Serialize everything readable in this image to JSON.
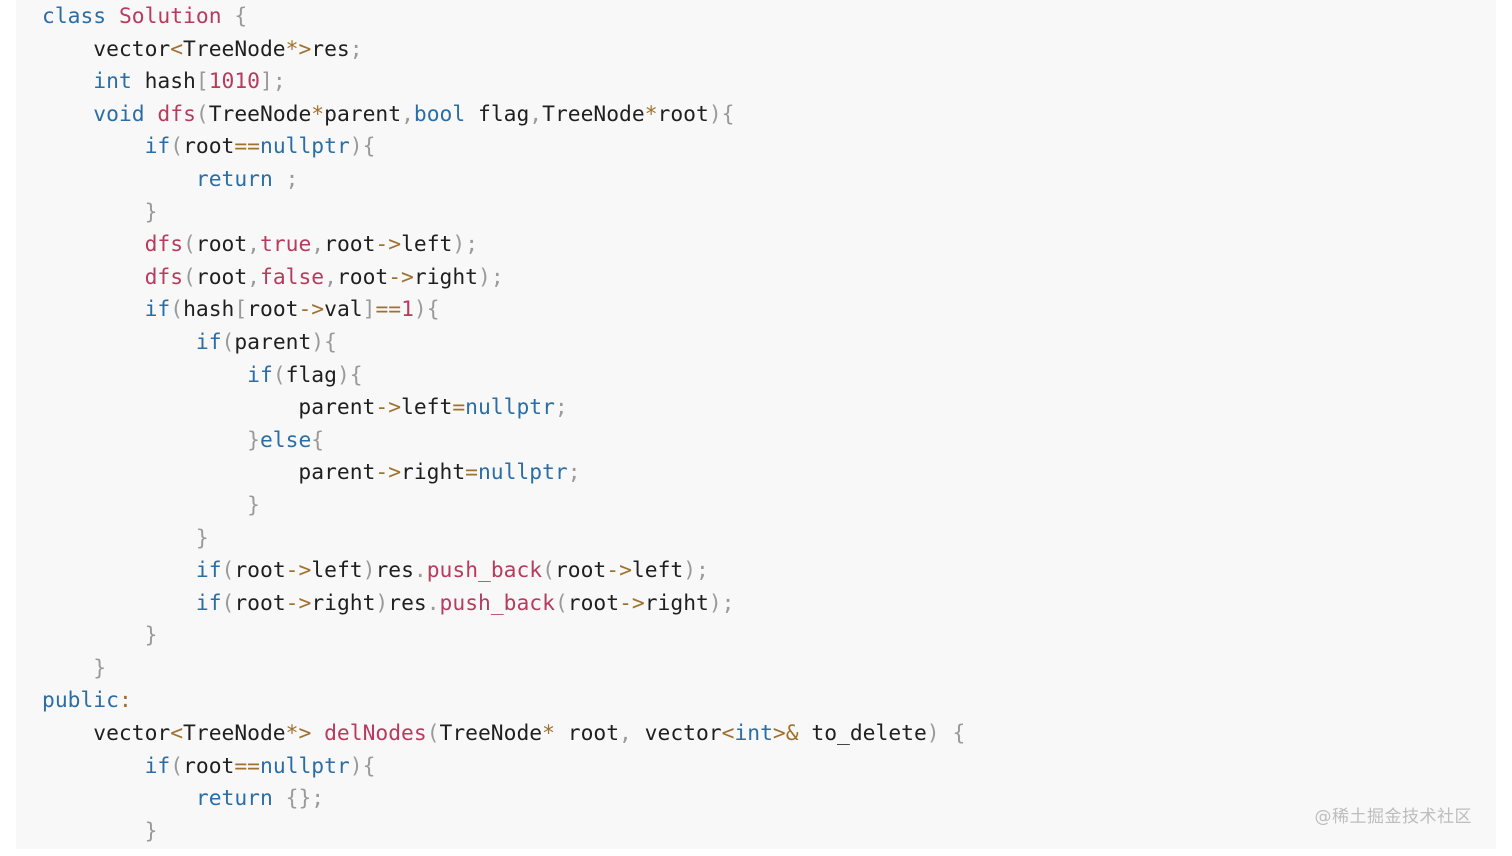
{
  "colors": {
    "background": "#f8f8f8",
    "keyword": "#2b6ea6",
    "function": "#b83b5e",
    "operator": "#a0702d",
    "punctuation": "#9a9a9a",
    "identifier": "#1f1f1f"
  },
  "watermark": "@稀土掘金技术社区",
  "code_lines": [
    [
      [
        "kw",
        "class"
      ],
      [
        "id",
        " "
      ],
      [
        "fn",
        "Solution"
      ],
      [
        "id",
        " "
      ],
      [
        "pn",
        "{"
      ]
    ],
    [
      [
        "id",
        "    vector"
      ],
      [
        "op",
        "<"
      ],
      [
        "id",
        "TreeNode"
      ],
      [
        "op",
        "*>"
      ],
      [
        "id",
        "res"
      ],
      [
        "pn",
        ";"
      ]
    ],
    [
      [
        "id",
        "    "
      ],
      [
        "kw",
        "int"
      ],
      [
        "id",
        " hash"
      ],
      [
        "pn",
        "["
      ],
      [
        "fn",
        "1010"
      ],
      [
        "pn",
        "];"
      ]
    ],
    [
      [
        "id",
        "    "
      ],
      [
        "kw",
        "void"
      ],
      [
        "id",
        " "
      ],
      [
        "fn",
        "dfs"
      ],
      [
        "pn",
        "("
      ],
      [
        "id",
        "TreeNode"
      ],
      [
        "op",
        "*"
      ],
      [
        "id",
        "parent"
      ],
      [
        "pn",
        ","
      ],
      [
        "kw",
        "bool"
      ],
      [
        "id",
        " flag"
      ],
      [
        "pn",
        ","
      ],
      [
        "id",
        "TreeNode"
      ],
      [
        "op",
        "*"
      ],
      [
        "id",
        "root"
      ],
      [
        "pn",
        "){"
      ]
    ],
    [
      [
        "id",
        "        "
      ],
      [
        "kw",
        "if"
      ],
      [
        "pn",
        "("
      ],
      [
        "id",
        "root"
      ],
      [
        "op",
        "=="
      ],
      [
        "kw",
        "nullptr"
      ],
      [
        "pn",
        "){"
      ]
    ],
    [
      [
        "id",
        "            "
      ],
      [
        "kw",
        "return"
      ],
      [
        "id",
        " "
      ],
      [
        "pn",
        ";"
      ]
    ],
    [
      [
        "id",
        "        "
      ],
      [
        "pn",
        "}"
      ]
    ],
    [
      [
        "id",
        "        "
      ],
      [
        "fn",
        "dfs"
      ],
      [
        "pn",
        "("
      ],
      [
        "id",
        "root"
      ],
      [
        "pn",
        ","
      ],
      [
        "fn",
        "true"
      ],
      [
        "pn",
        ","
      ],
      [
        "id",
        "root"
      ],
      [
        "op",
        "->"
      ],
      [
        "id",
        "left"
      ],
      [
        "pn",
        ");"
      ]
    ],
    [
      [
        "id",
        "        "
      ],
      [
        "fn",
        "dfs"
      ],
      [
        "pn",
        "("
      ],
      [
        "id",
        "root"
      ],
      [
        "pn",
        ","
      ],
      [
        "fn",
        "false"
      ],
      [
        "pn",
        ","
      ],
      [
        "id",
        "root"
      ],
      [
        "op",
        "->"
      ],
      [
        "id",
        "right"
      ],
      [
        "pn",
        ");"
      ]
    ],
    [
      [
        "id",
        "        "
      ],
      [
        "kw",
        "if"
      ],
      [
        "pn",
        "("
      ],
      [
        "id",
        "hash"
      ],
      [
        "pn",
        "["
      ],
      [
        "id",
        "root"
      ],
      [
        "op",
        "->"
      ],
      [
        "id",
        "val"
      ],
      [
        "pn",
        "]"
      ],
      [
        "op",
        "=="
      ],
      [
        "fn",
        "1"
      ],
      [
        "pn",
        "){"
      ]
    ],
    [
      [
        "id",
        "            "
      ],
      [
        "kw",
        "if"
      ],
      [
        "pn",
        "("
      ],
      [
        "id",
        "parent"
      ],
      [
        "pn",
        "){"
      ]
    ],
    [
      [
        "id",
        "                "
      ],
      [
        "kw",
        "if"
      ],
      [
        "pn",
        "("
      ],
      [
        "id",
        "flag"
      ],
      [
        "pn",
        "){"
      ]
    ],
    [
      [
        "id",
        "                    parent"
      ],
      [
        "op",
        "->"
      ],
      [
        "id",
        "left"
      ],
      [
        "op",
        "="
      ],
      [
        "kw",
        "nullptr"
      ],
      [
        "pn",
        ";"
      ]
    ],
    [
      [
        "id",
        "                "
      ],
      [
        "pn",
        "}"
      ],
      [
        "kw",
        "else"
      ],
      [
        "pn",
        "{"
      ]
    ],
    [
      [
        "id",
        "                    parent"
      ],
      [
        "op",
        "->"
      ],
      [
        "id",
        "right"
      ],
      [
        "op",
        "="
      ],
      [
        "kw",
        "nullptr"
      ],
      [
        "pn",
        ";"
      ]
    ],
    [
      [
        "id",
        "                "
      ],
      [
        "pn",
        "}"
      ]
    ],
    [
      [
        "id",
        "            "
      ],
      [
        "pn",
        "}"
      ]
    ],
    [
      [
        "id",
        "            "
      ],
      [
        "kw",
        "if"
      ],
      [
        "pn",
        "("
      ],
      [
        "id",
        "root"
      ],
      [
        "op",
        "->"
      ],
      [
        "id",
        "left"
      ],
      [
        "pn",
        ")"
      ],
      [
        "id",
        "res"
      ],
      [
        "pn",
        "."
      ],
      [
        "fn",
        "push_back"
      ],
      [
        "pn",
        "("
      ],
      [
        "id",
        "root"
      ],
      [
        "op",
        "->"
      ],
      [
        "id",
        "left"
      ],
      [
        "pn",
        ");"
      ]
    ],
    [
      [
        "id",
        "            "
      ],
      [
        "kw",
        "if"
      ],
      [
        "pn",
        "("
      ],
      [
        "id",
        "root"
      ],
      [
        "op",
        "->"
      ],
      [
        "id",
        "right"
      ],
      [
        "pn",
        ")"
      ],
      [
        "id",
        "res"
      ],
      [
        "pn",
        "."
      ],
      [
        "fn",
        "push_back"
      ],
      [
        "pn",
        "("
      ],
      [
        "id",
        "root"
      ],
      [
        "op",
        "->"
      ],
      [
        "id",
        "right"
      ],
      [
        "pn",
        ");"
      ]
    ],
    [
      [
        "id",
        "        "
      ],
      [
        "pn",
        "}"
      ]
    ],
    [
      [
        "id",
        "    "
      ],
      [
        "pn",
        "}"
      ]
    ],
    [
      [
        "kw",
        "public"
      ],
      [
        "op",
        ":"
      ]
    ],
    [
      [
        "id",
        "    vector"
      ],
      [
        "op",
        "<"
      ],
      [
        "id",
        "TreeNode"
      ],
      [
        "op",
        "*>"
      ],
      [
        "id",
        " "
      ],
      [
        "fn",
        "delNodes"
      ],
      [
        "pn",
        "("
      ],
      [
        "id",
        "TreeNode"
      ],
      [
        "op",
        "*"
      ],
      [
        "id",
        " root"
      ],
      [
        "pn",
        ","
      ],
      [
        "id",
        " vector"
      ],
      [
        "op",
        "<"
      ],
      [
        "kw",
        "int"
      ],
      [
        "op",
        ">&"
      ],
      [
        "id",
        " to_delete"
      ],
      [
        "pn",
        ")"
      ],
      [
        "id",
        " "
      ],
      [
        "pn",
        "{"
      ]
    ],
    [
      [
        "id",
        "        "
      ],
      [
        "kw",
        "if"
      ],
      [
        "pn",
        "("
      ],
      [
        "id",
        "root"
      ],
      [
        "op",
        "=="
      ],
      [
        "kw",
        "nullptr"
      ],
      [
        "pn",
        "){"
      ]
    ],
    [
      [
        "id",
        "            "
      ],
      [
        "kw",
        "return"
      ],
      [
        "id",
        " "
      ],
      [
        "pn",
        "{};"
      ]
    ],
    [
      [
        "id",
        "        "
      ],
      [
        "pn",
        "}"
      ]
    ]
  ]
}
